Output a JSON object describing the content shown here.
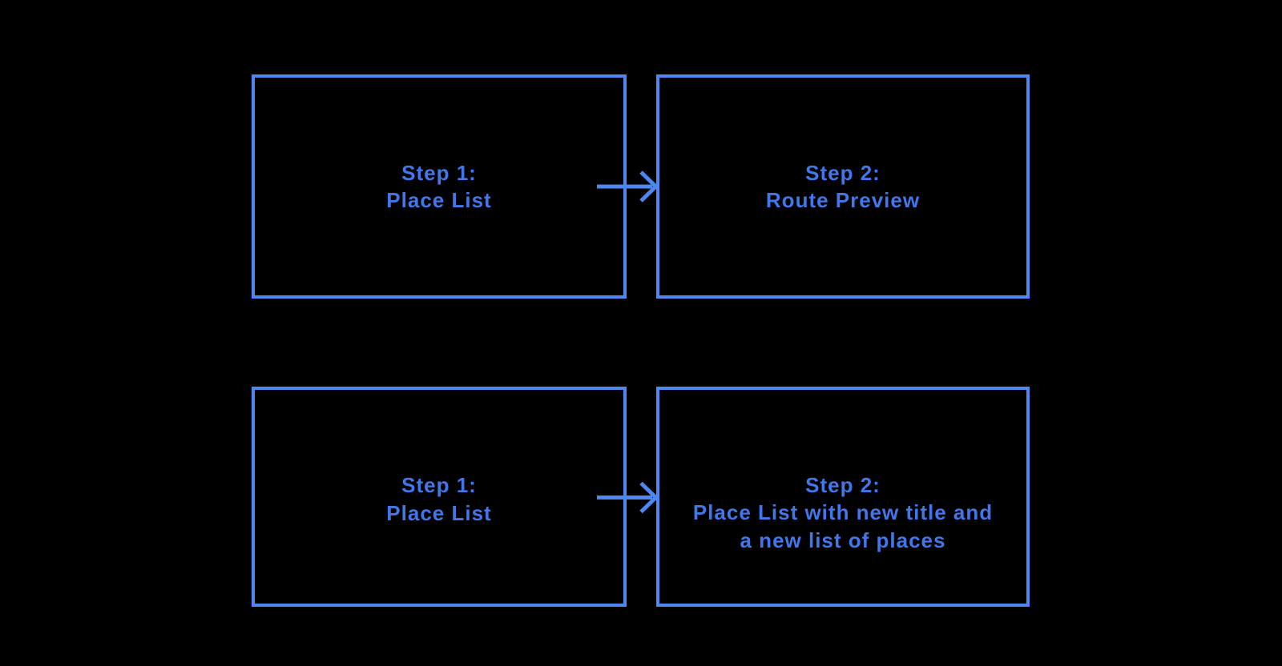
{
  "diagram": {
    "type": "flowchart",
    "background_color": "#000000",
    "stroke_color": "#4d87f1",
    "text_color": "#4177ea",
    "boxes": [
      {
        "id": "top-step1",
        "lines": [
          "Step 1:",
          "Place List"
        ]
      },
      {
        "id": "top-step2",
        "lines": [
          "Step 2:",
          "Route Preview"
        ]
      },
      {
        "id": "bottom-step1",
        "lines": [
          "Step 1:",
          "Place List"
        ]
      },
      {
        "id": "bottom-step2",
        "lines": [
          "Step 2:",
          "Place List with new title and",
          "a new list of places"
        ]
      }
    ],
    "arrows": [
      {
        "id": "top-flow-arrow",
        "from": "top-step1",
        "to": "top-step2",
        "direction": "right"
      },
      {
        "id": "bottom-flow-arrow",
        "from": "bottom-step1",
        "to": "bottom-step2",
        "direction": "right"
      }
    ]
  }
}
